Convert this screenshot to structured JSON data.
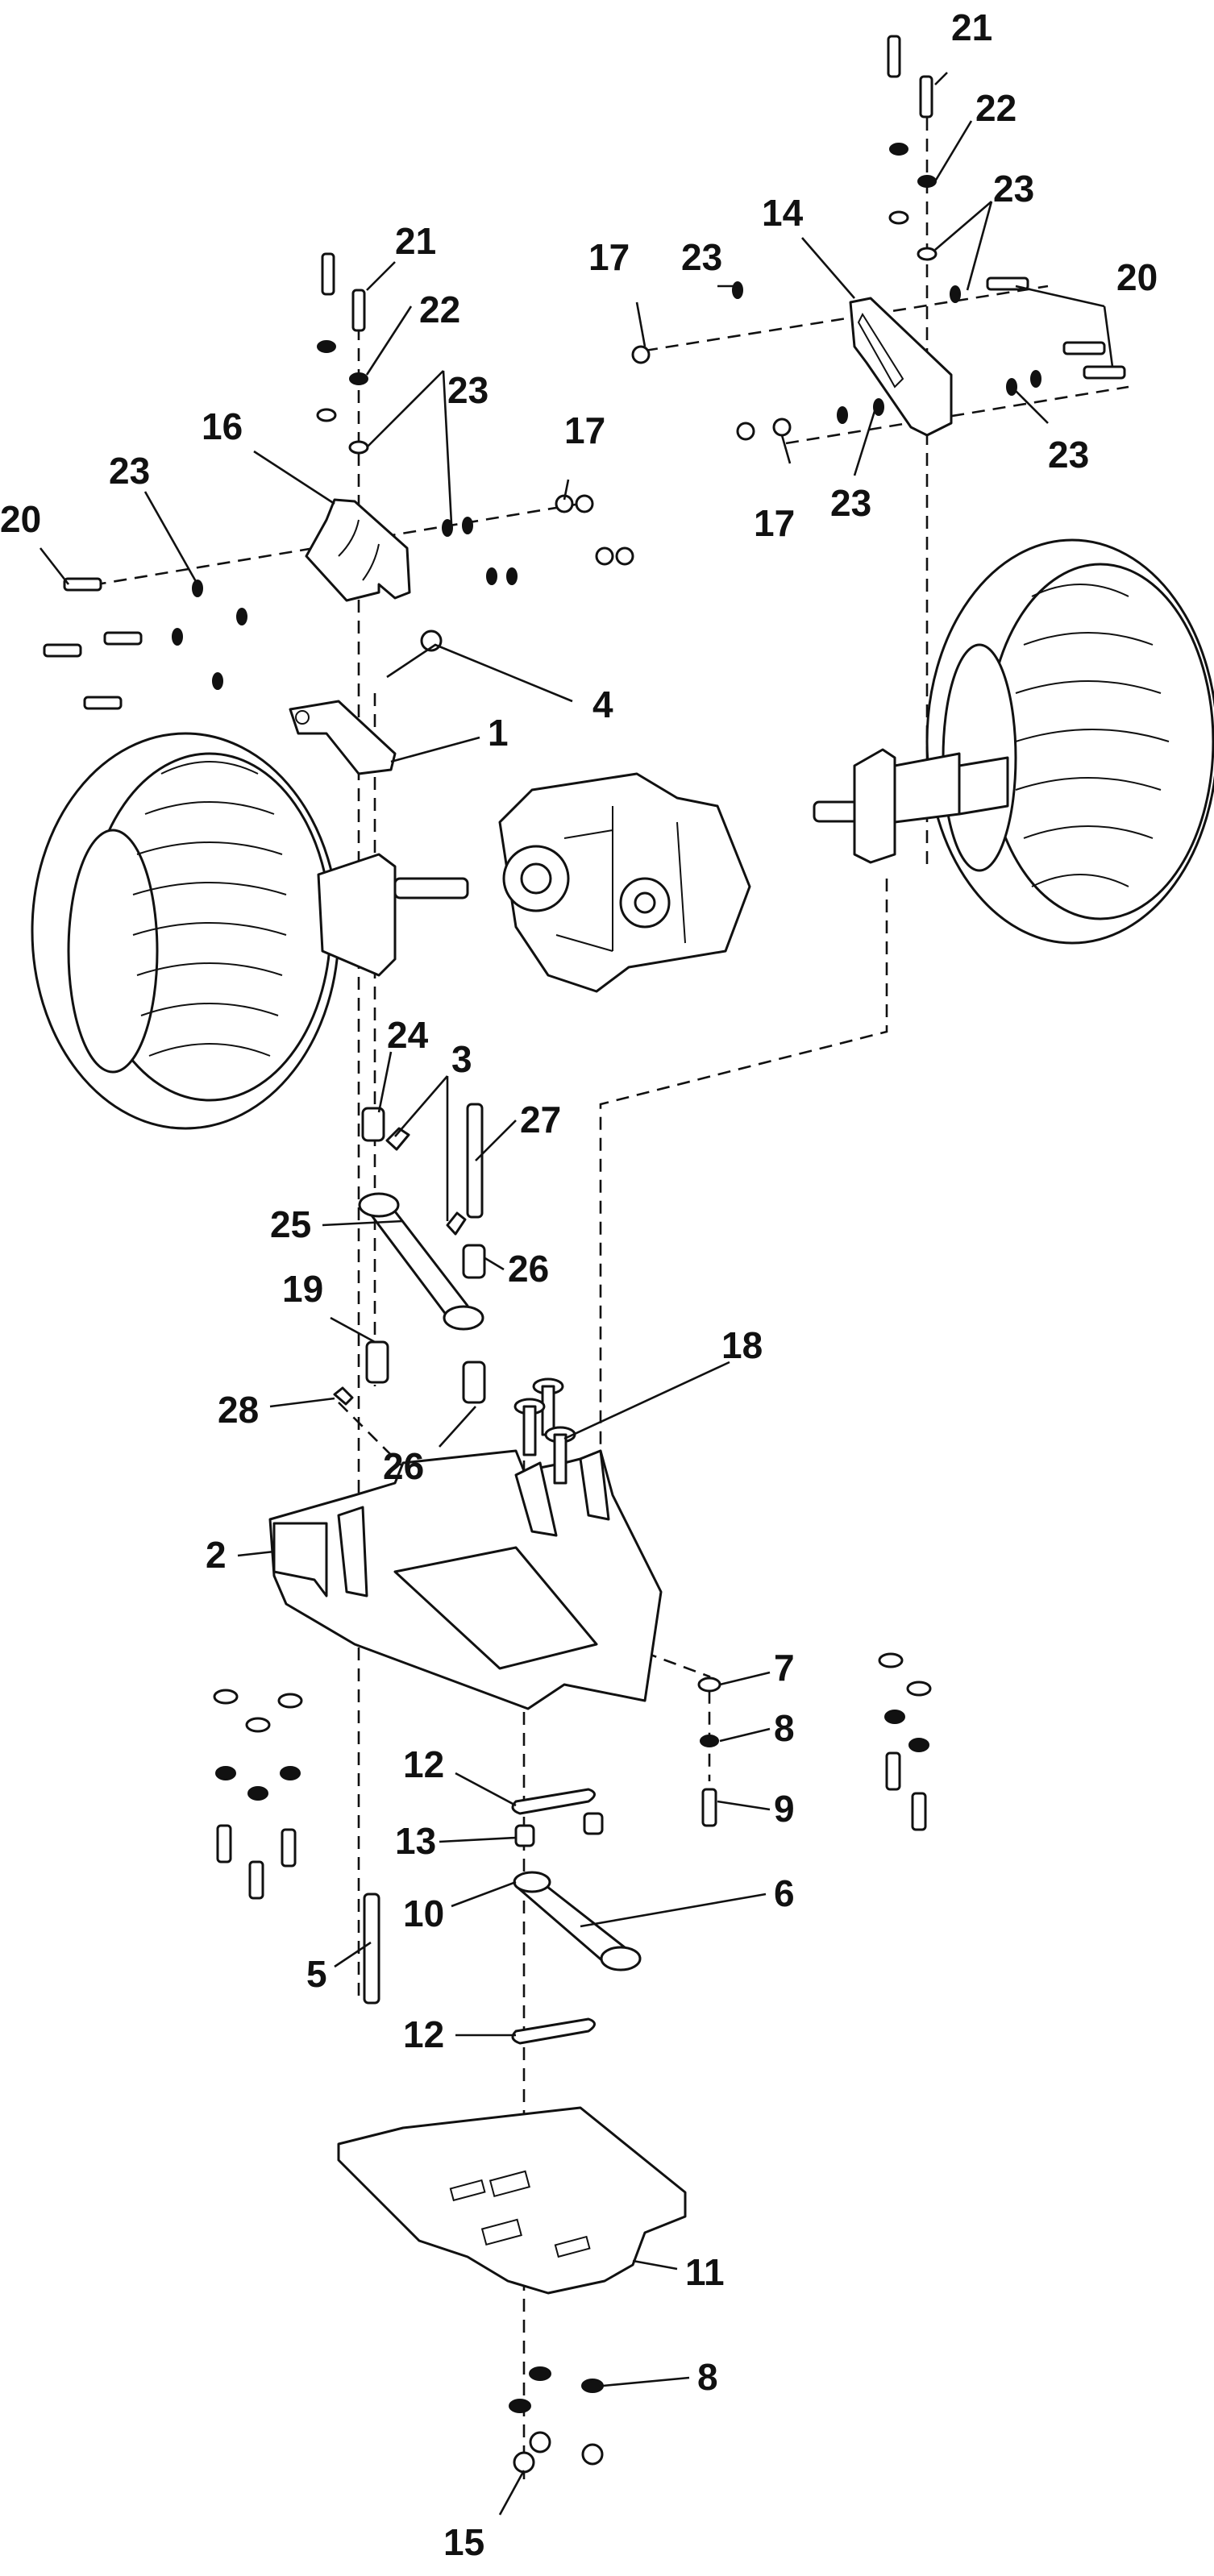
{
  "diagram": {
    "title": "Rear Axle / Transmission Mounting Exploded View",
    "ink_color": "#111111",
    "background_color": "#ffffff",
    "callouts": [
      {
        "id": "c21a",
        "label": "21",
        "part": "bolt"
      },
      {
        "id": "c22a",
        "label": "22",
        "part": "lock-washer"
      },
      {
        "id": "c23a",
        "label": "23",
        "part": "flat-washer"
      },
      {
        "id": "c14",
        "label": "14",
        "part": "right-axle-bracket"
      },
      {
        "id": "c17a",
        "label": "17",
        "part": "locknut"
      },
      {
        "id": "c23b",
        "label": "23",
        "part": "flat-washer"
      },
      {
        "id": "c20a",
        "label": "20",
        "part": "bolt"
      },
      {
        "id": "c23c",
        "label": "23",
        "part": "flat-washer"
      },
      {
        "id": "c17b",
        "label": "17",
        "part": "locknut"
      },
      {
        "id": "c23d",
        "label": "23",
        "part": "flat-washer"
      },
      {
        "id": "c21b",
        "label": "21",
        "part": "bolt"
      },
      {
        "id": "c22b",
        "label": "22",
        "part": "lock-washer"
      },
      {
        "id": "c23e",
        "label": "23",
        "part": "flat-washer"
      },
      {
        "id": "c16",
        "label": "16",
        "part": "left-axle-bracket"
      },
      {
        "id": "c17c",
        "label": "17",
        "part": "locknut"
      },
      {
        "id": "c23f",
        "label": "23",
        "part": "flat-washer"
      },
      {
        "id": "c20b",
        "label": "20",
        "part": "bolt"
      },
      {
        "id": "c4",
        "label": "4",
        "part": "nut"
      },
      {
        "id": "c1",
        "label": "1",
        "part": "mount-plate"
      },
      {
        "id": "c24",
        "label": "24",
        "part": "spacer"
      },
      {
        "id": "c3",
        "label": "3",
        "part": "fitting"
      },
      {
        "id": "c27",
        "label": "27",
        "part": "bolt"
      },
      {
        "id": "c25",
        "label": "25",
        "part": "control-arm"
      },
      {
        "id": "c26a",
        "label": "26",
        "part": "spacer"
      },
      {
        "id": "c19",
        "label": "19",
        "part": "spacer"
      },
      {
        "id": "c28",
        "label": "28",
        "part": "grease-fitting"
      },
      {
        "id": "c26b",
        "label": "26",
        "part": "spacer"
      },
      {
        "id": "c18",
        "label": "18",
        "part": "carriage-bolt"
      },
      {
        "id": "c2",
        "label": "2",
        "part": "transmission-mount-plate"
      },
      {
        "id": "c7",
        "label": "7",
        "part": "flat-washer"
      },
      {
        "id": "c8a",
        "label": "8",
        "part": "lock-washer"
      },
      {
        "id": "c9",
        "label": "9",
        "part": "bolt"
      },
      {
        "id": "c12a",
        "label": "12",
        "part": "link"
      },
      {
        "id": "c13",
        "label": "13",
        "part": "spacer"
      },
      {
        "id": "c10",
        "label": "10",
        "part": "grease-fitting"
      },
      {
        "id": "c6",
        "label": "6",
        "part": "idler-arm"
      },
      {
        "id": "c5",
        "label": "5",
        "part": "bolt"
      },
      {
        "id": "c12b",
        "label": "12",
        "part": "link"
      },
      {
        "id": "c11",
        "label": "11",
        "part": "skid-plate"
      },
      {
        "id": "c8b",
        "label": "8",
        "part": "lock-washer"
      },
      {
        "id": "c15",
        "label": "15",
        "part": "locknut"
      }
    ],
    "icons": {
      "left_tire": "tire-icon",
      "right_tire": "tire-icon",
      "transmission": "transmission-icon"
    }
  }
}
